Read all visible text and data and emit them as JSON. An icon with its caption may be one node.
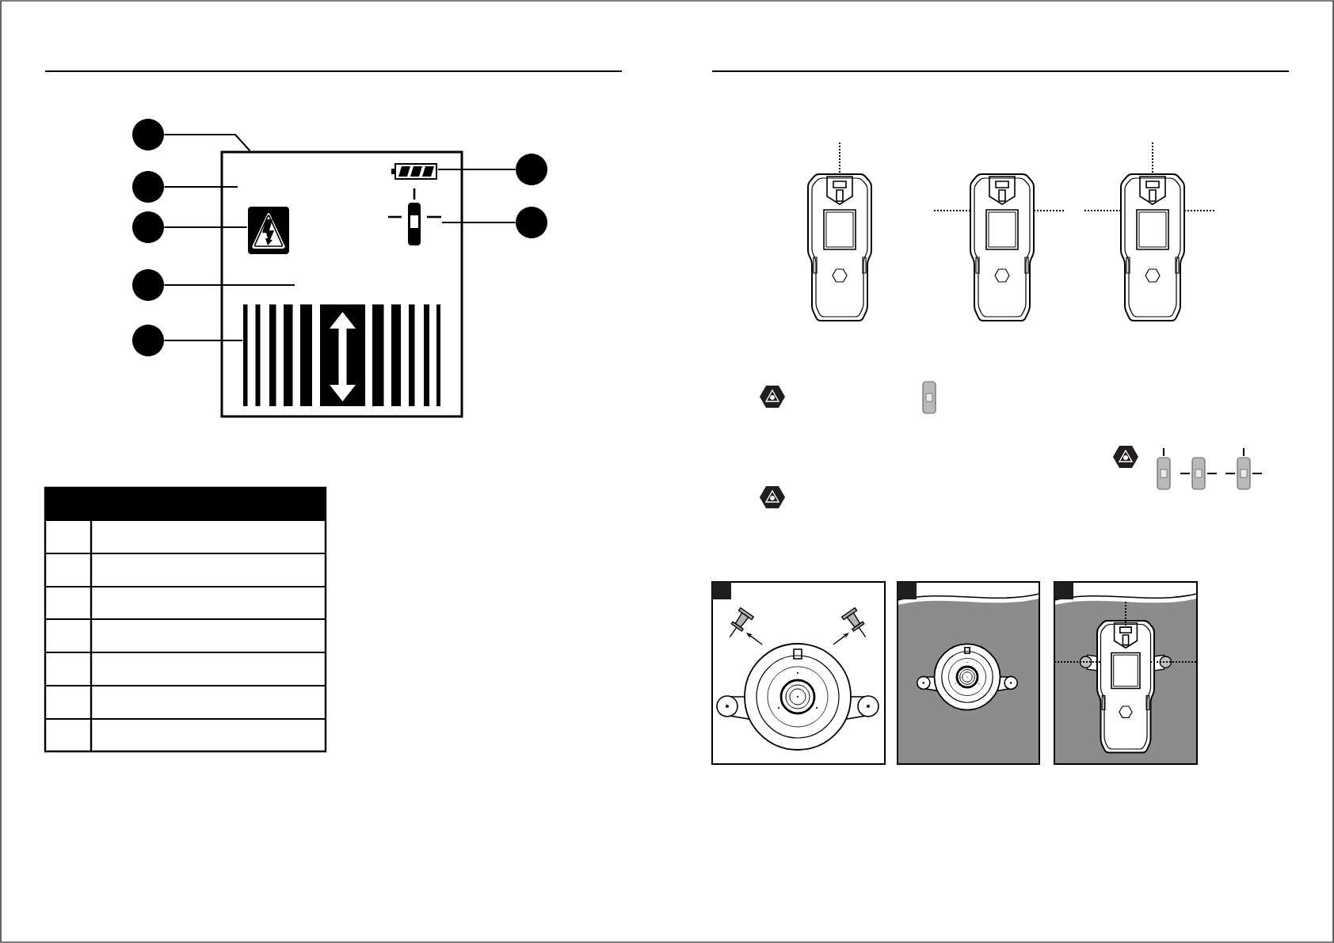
{
  "diagram": {
    "nodes": [
      {
        "text": [],
        "shape": "circle"
      },
      {
        "text": [],
        "shape": "circle"
      },
      {
        "text": [],
        "shape": "circle"
      },
      {
        "text": [],
        "shape": "circle"
      },
      {
        "text": [],
        "shape": "circle"
      },
      {
        "text": [],
        "shape": "circle"
      },
      {
        "text": [],
        "shape": "circle"
      },
      {
        "text": [],
        "shape": "box"
      },
      {
        "text": [],
        "shape": "picture",
        "in": 7
      },
      {
        "text": [],
        "shape": "picture",
        "in": 7
      },
      {
        "text": [],
        "shape": "picture",
        "in": 7
      },
      {
        "text": [],
        "shape": "picture",
        "in": 7
      }
    ],
    "edges": [
      {
        "from": 0,
        "to": 7,
        "arrow": "none"
      },
      {
        "from": 1,
        "to": 7,
        "arrow": "none"
      },
      {
        "from": 2,
        "to": 9,
        "arrow": "none"
      },
      {
        "from": 3,
        "to": 7,
        "arrow": "none"
      },
      {
        "from": 4,
        "to": 11,
        "arrow": "none"
      },
      {
        "from": 5,
        "to": 8,
        "arrow": "none"
      },
      {
        "from": 6,
        "to": 10,
        "arrow": "none"
      }
    ]
  }
}
